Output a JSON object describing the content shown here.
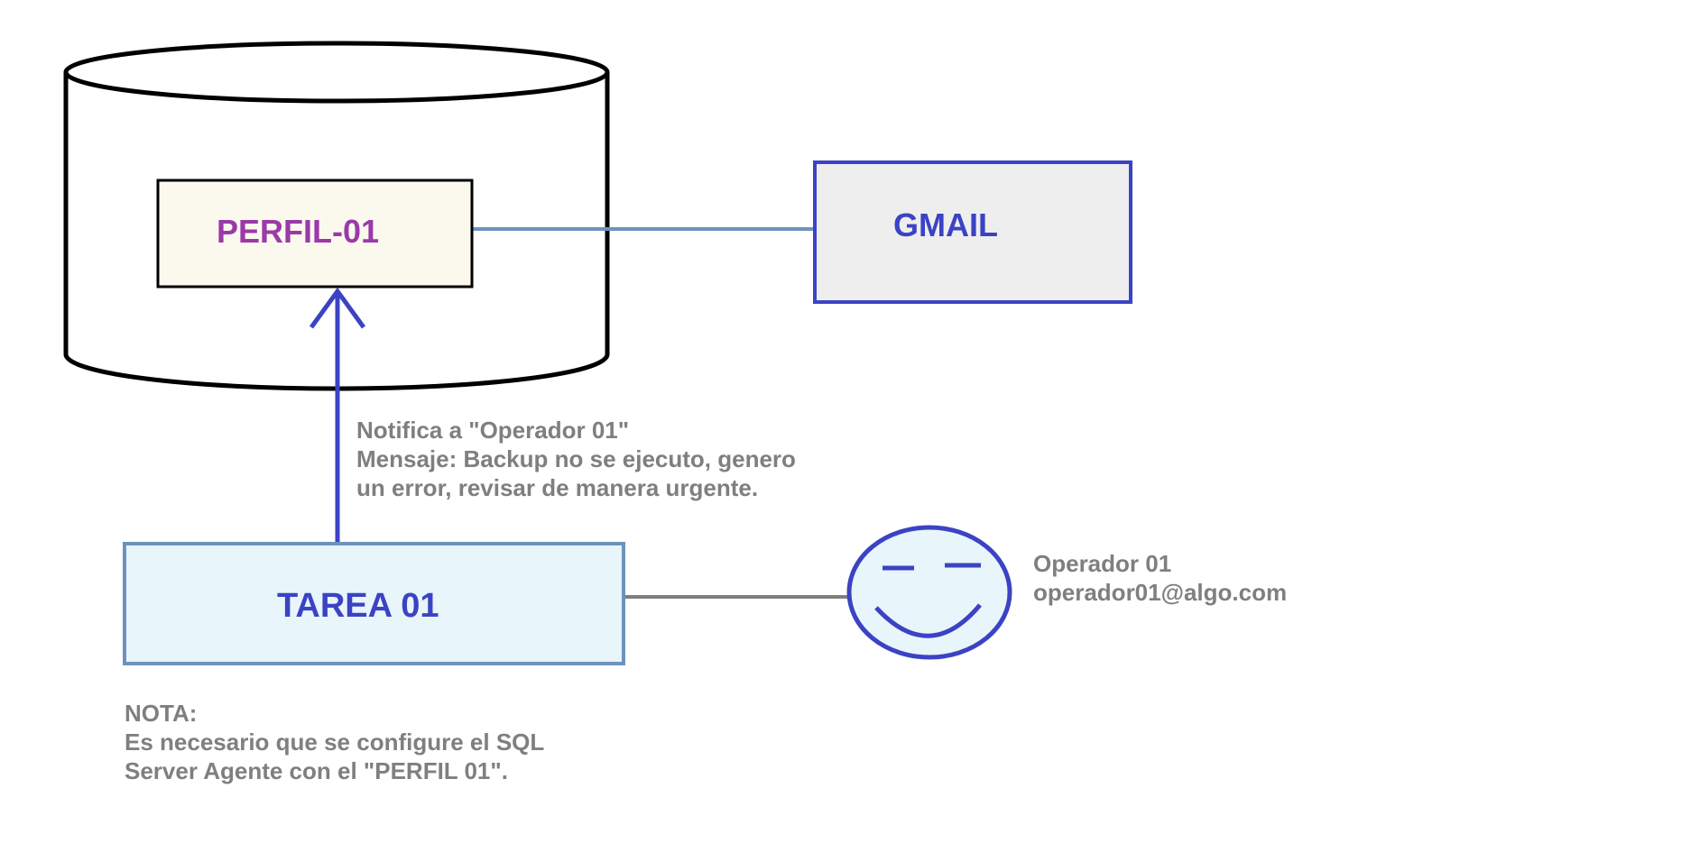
{
  "nodes": {
    "perfil": {
      "label": "PERFIL-01"
    },
    "gmail": {
      "label": "GMAIL"
    },
    "tarea": {
      "label": "TAREA 01"
    }
  },
  "notification": {
    "lines": [
      "Notifica a \"Operador 01\"",
      "Mensaje: Backup no se ejecuto, genero",
      "un error, revisar de manera urgente."
    ]
  },
  "operator": {
    "name": "Operador 01",
    "email": "operador01@algo.com"
  },
  "note": {
    "lines": [
      "NOTA:",
      "Es necesario que se configure el SQL",
      "Server Agente con el \"PERFIL 01\"."
    ]
  },
  "colors": {
    "perfil_text": "#9a3aa8",
    "blue_text": "#3b43c4",
    "gray_text": "#7f7f7f",
    "perfil_fill": "#fbf9ee",
    "gmail_fill": "#eeeeee",
    "gmail_border": "#3b43c4",
    "tarea_fill": "#e8f5fb",
    "tarea_border": "#6d93bd",
    "connector_blue": "#6d93bd",
    "arrow": "#3b43c4",
    "connector_gray": "#7f7f7f"
  }
}
